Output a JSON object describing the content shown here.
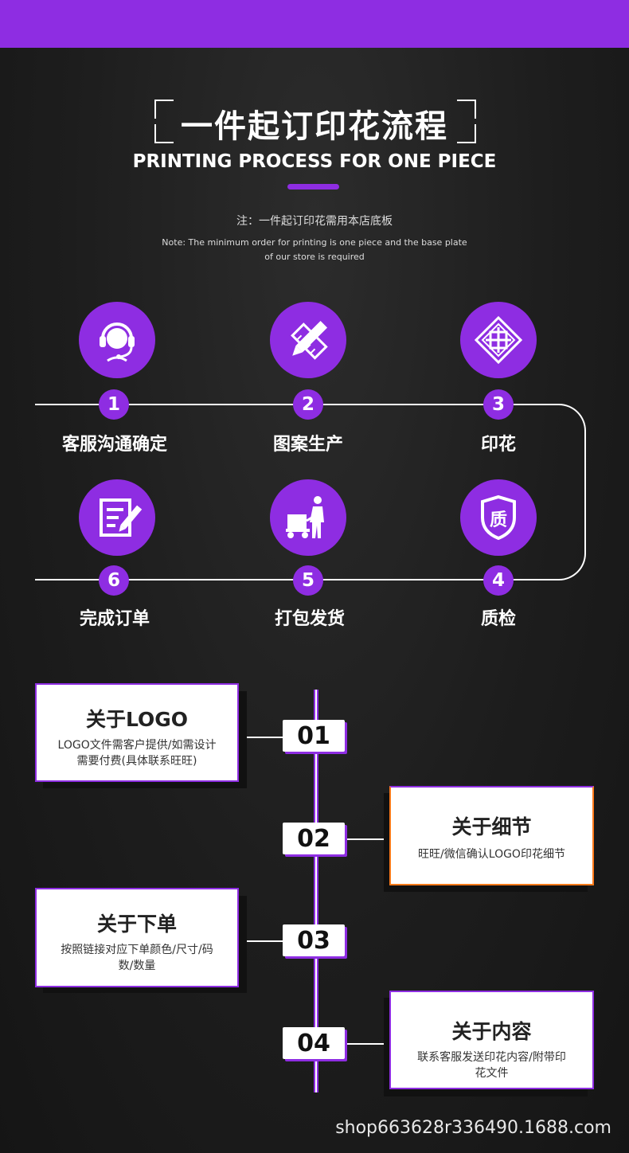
{
  "header": {
    "title_cn": "一件起订印花流程",
    "title_en": "PRINTING PROCESS FOR ONE PIECE",
    "note_cn": "注：一件起订印花需用本店底板",
    "note_en_line1": "Note: The minimum order for printing is one piece and the base plate",
    "note_en_line2": "of our store is required"
  },
  "steps": [
    {
      "number": "1",
      "label": "客服沟通确定",
      "icon": "headset-agent-icon"
    },
    {
      "number": "2",
      "label": "图案生产",
      "icon": "pencil-ruler-icon"
    },
    {
      "number": "3",
      "label": "印花",
      "icon": "knot-pattern-icon"
    },
    {
      "number": "4",
      "label": "质检",
      "icon": "quality-shield-icon",
      "icon_char": "质"
    },
    {
      "number": "5",
      "label": "打包发货",
      "icon": "delivery-cart-icon"
    },
    {
      "number": "6",
      "label": "完成订单",
      "icon": "order-checklist-icon"
    }
  ],
  "about": [
    {
      "badge": "01",
      "title": "关于LOGO",
      "line1": "LOGO文件需客户提供/如需设计",
      "line2": "需要付费(具体联系旺旺)"
    },
    {
      "badge": "02",
      "title": "关于细节",
      "line1": "旺旺/微信确认LOGO印花细节",
      "line2": ""
    },
    {
      "badge": "03",
      "title": "关于下单",
      "line1": "按照链接对应下单颜色/尺寸/码",
      "line2": "数/数量"
    },
    {
      "badge": "04",
      "title": "关于内容",
      "line1": "联系客服发送印花内容/附带印",
      "line2": "花文件"
    }
  ],
  "footer": {
    "watermark": "shop663628r336490.1688.com"
  },
  "colors": {
    "accent": "#8e2de2",
    "orange": "#ff7a1a",
    "background": "#1b1b1b"
  }
}
